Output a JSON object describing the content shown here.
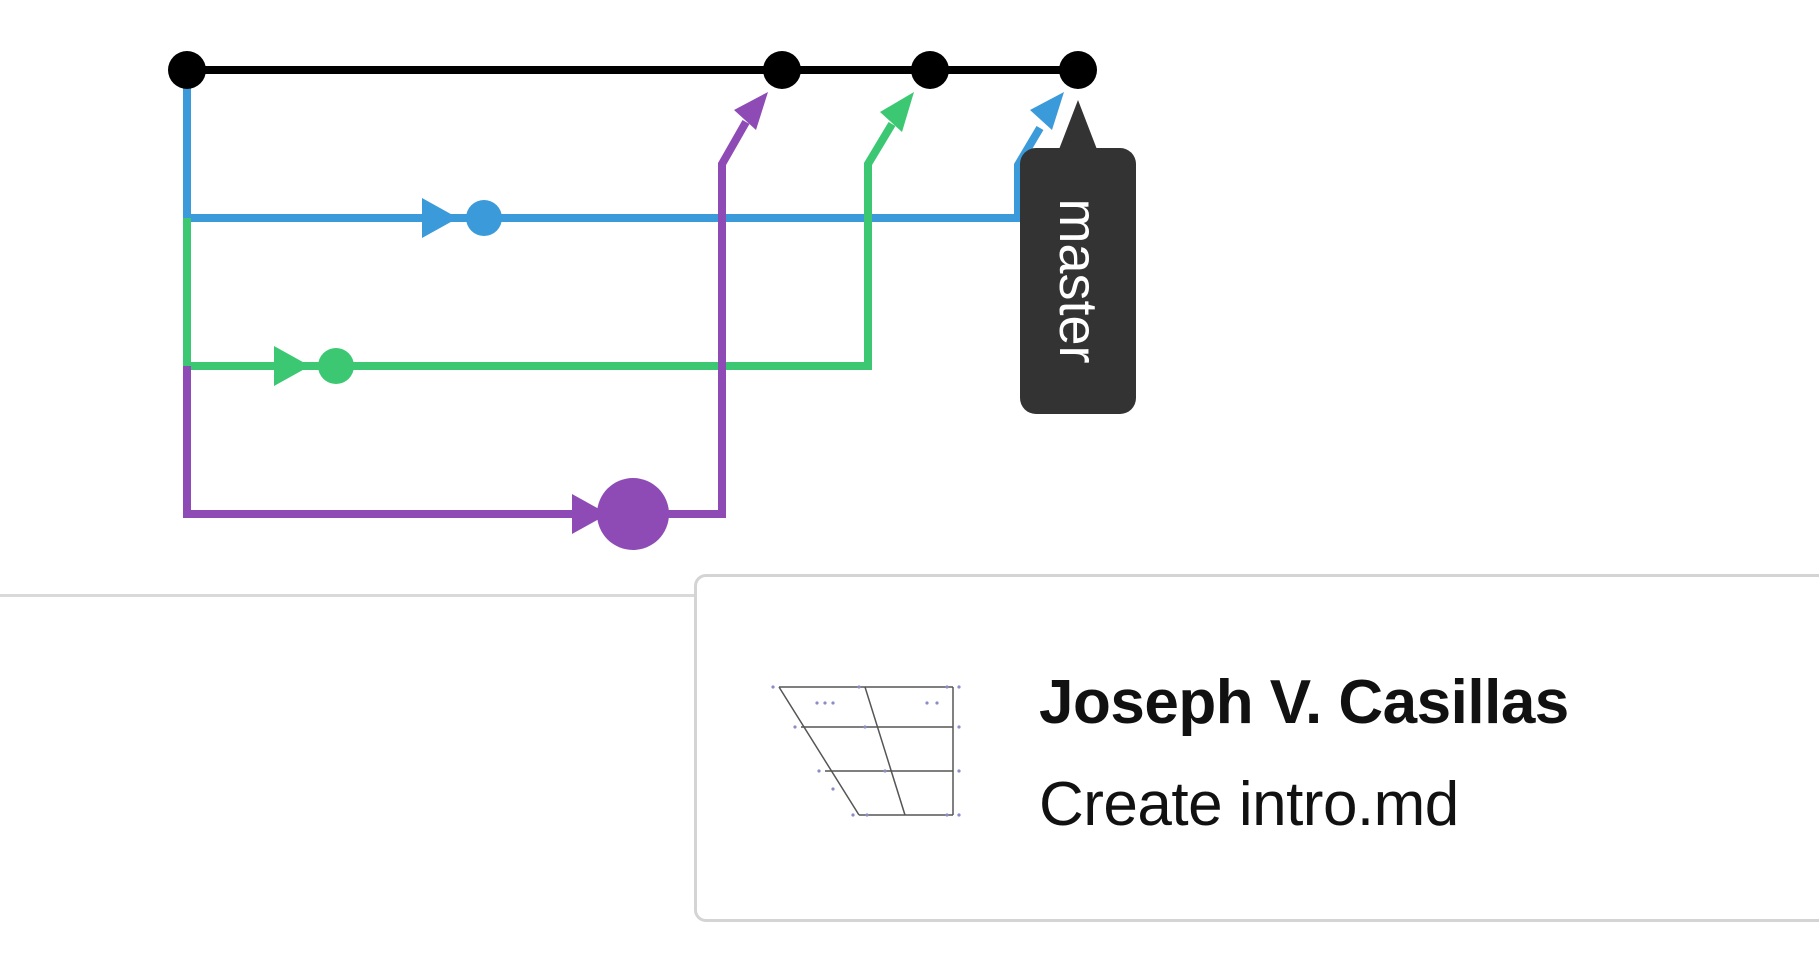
{
  "diagram": {
    "colors": {
      "master": "#000000",
      "blue": "#3b9ad9",
      "green": "#3cc872",
      "purple": "#8e4bb5"
    },
    "branch_tag": {
      "label": "master",
      "color": "#333333"
    }
  },
  "commit_tooltip": {
    "author": "Joseph V. Casillas",
    "message": "Create intro.md",
    "avatar_icon": "vowel-chart-avatar-icon"
  }
}
